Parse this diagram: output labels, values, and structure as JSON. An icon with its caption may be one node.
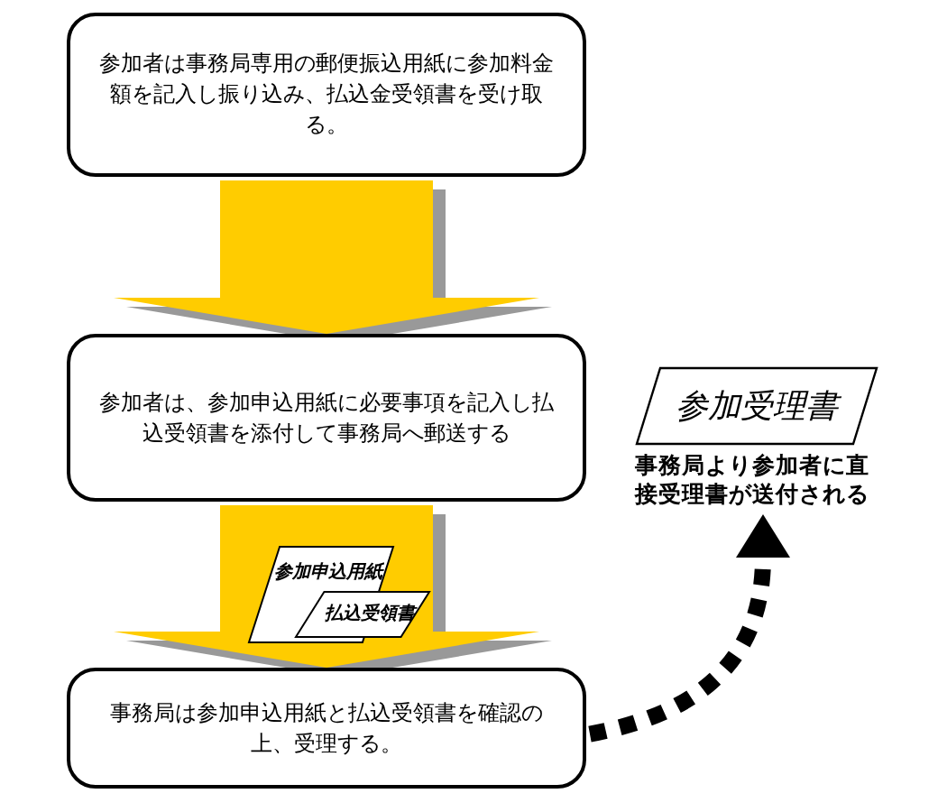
{
  "diagram": {
    "nodes": [
      {
        "text": [
          "参加者は事務局専用の郵便振込用紙に参加料金額を記入し振り込み、払込金受領書を受け取る。"
        ]
      },
      {
        "text": [
          "参加者は、参加申込用紙に必要事項を記入し払込受領書を添付して事務局へ郵送する"
        ]
      },
      {
        "text": [
          "事務局は参加申込用紙と払込受領書を確認の上、受理する。"
        ]
      },
      {
        "text": [
          "参加受理書"
        ],
        "beside": [
          "事務局より参加者に直接受理書が送付される"
        ]
      },
      {
        "text": [
          "参加申込用紙"
        ]
      },
      {
        "text": [
          "払込受領書"
        ]
      }
    ],
    "edges": [
      {
        "from": 0,
        "to": 1,
        "arrow": "to",
        "style": "thick"
      },
      {
        "from": 1,
        "to": 2,
        "arrow": "to",
        "style": "thick"
      },
      {
        "from": 2,
        "to": 3,
        "arrow": "to",
        "style": "dashed",
        "color": "#000000"
      }
    ]
  }
}
